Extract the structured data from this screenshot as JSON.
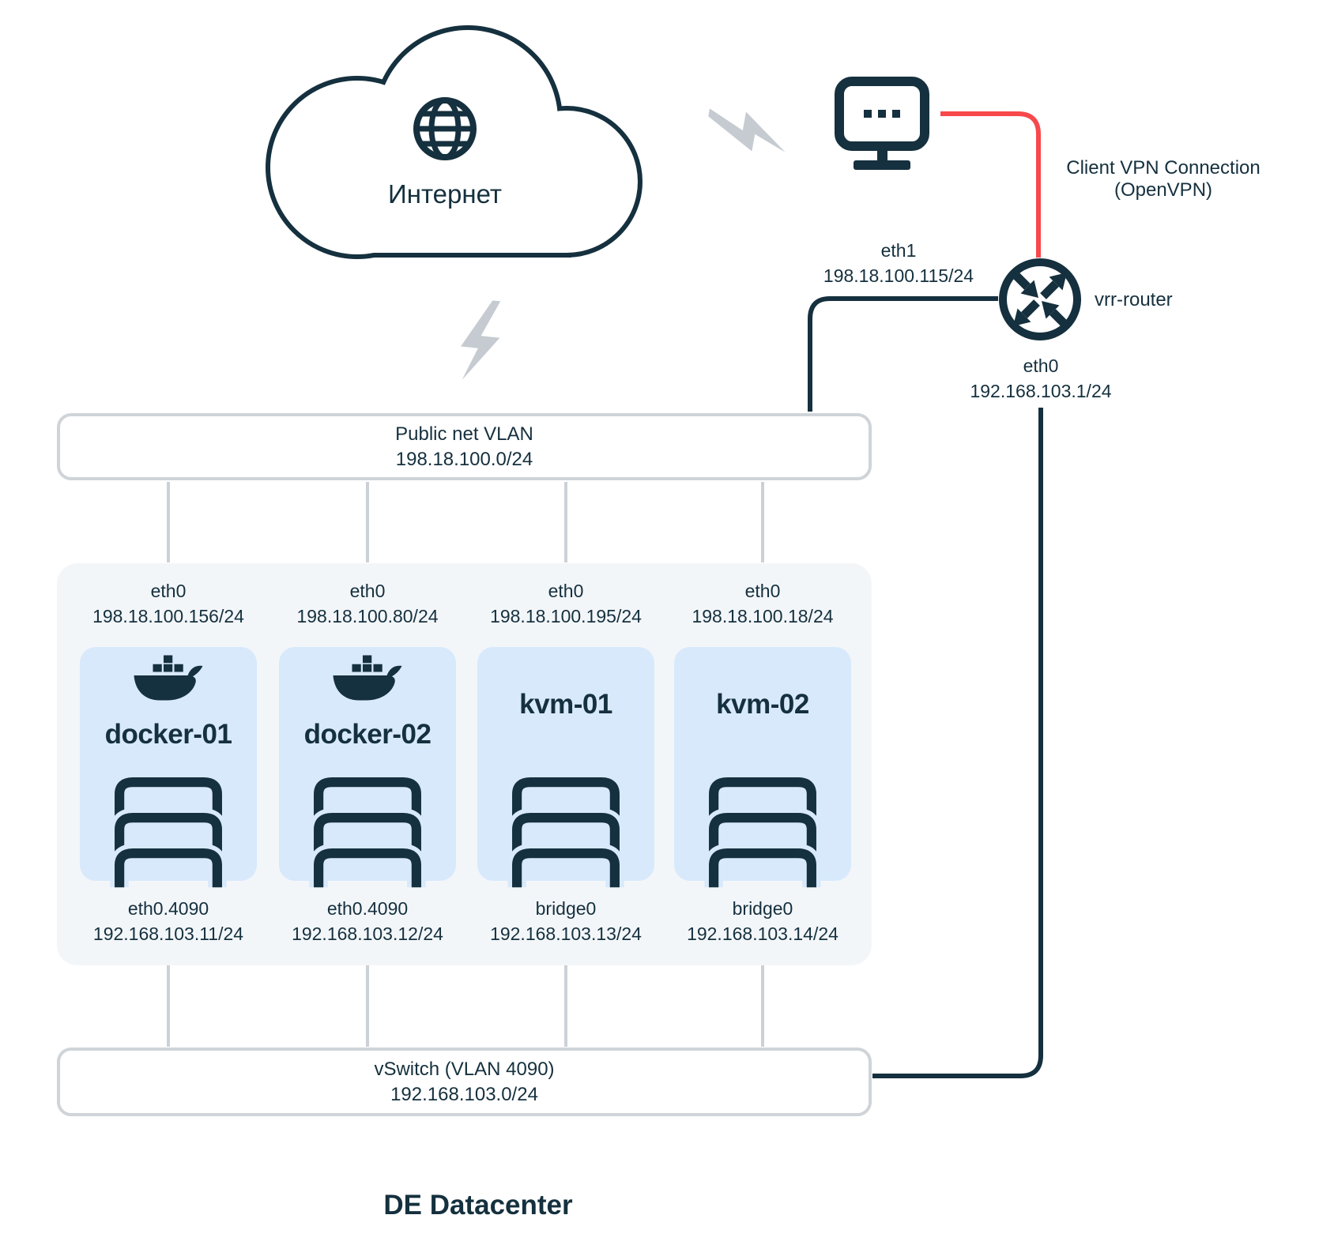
{
  "internet": {
    "label": "Интернет"
  },
  "client_vpn": {
    "line1": "Client VPN Connection",
    "line2": "(OpenVPN)"
  },
  "router": {
    "name": "vrr-router",
    "eth1": {
      "name": "eth1",
      "ip": "198.18.100.115/24"
    },
    "eth0": {
      "name": "eth0",
      "ip": "192.168.103.1/24"
    }
  },
  "public_vlan": {
    "title": "Public net VLAN",
    "subnet": "198.18.100.0/24"
  },
  "vswitch": {
    "title": "vSwitch (VLAN 4090)",
    "subnet": "192.168.103.0/24"
  },
  "datacenter": {
    "label": "DE Datacenter"
  },
  "servers": [
    {
      "name": "docker-01",
      "type": "docker",
      "top_if": "eth0",
      "top_ip": "198.18.100.156/24",
      "bottom_if": "eth0.4090",
      "bottom_ip": "192.168.103.11/24"
    },
    {
      "name": "docker-02",
      "type": "docker",
      "top_if": "eth0",
      "top_ip": "198.18.100.80/24",
      "bottom_if": "eth0.4090",
      "bottom_ip": "192.168.103.12/24"
    },
    {
      "name": "kvm-01",
      "type": "kvm",
      "top_if": "eth0",
      "top_ip": "198.18.100.195/24",
      "bottom_if": "bridge0",
      "bottom_ip": "192.168.103.13/24"
    },
    {
      "name": "kvm-02",
      "type": "kvm",
      "top_if": "eth0",
      "top_ip": "198.18.100.18/24",
      "bottom_if": "bridge0",
      "bottom_ip": "192.168.103.14/24"
    }
  ],
  "icons": {
    "cloud": "cloud-icon",
    "globe": "globe-icon",
    "monitor": "monitor-icon",
    "router": "router-arrows-icon",
    "docker": "docker-whale-icon",
    "rack": "server-rack-icon",
    "lightning": "lightning-bolt-icon"
  },
  "colors": {
    "dark_navy": "#15303e",
    "vpn_red": "#f8484b",
    "card_blue": "#d8e9fc",
    "group_gray": "#f3f6f9",
    "line_gray": "#ccd1d6",
    "bolt_gray": "#c5cbd1"
  }
}
